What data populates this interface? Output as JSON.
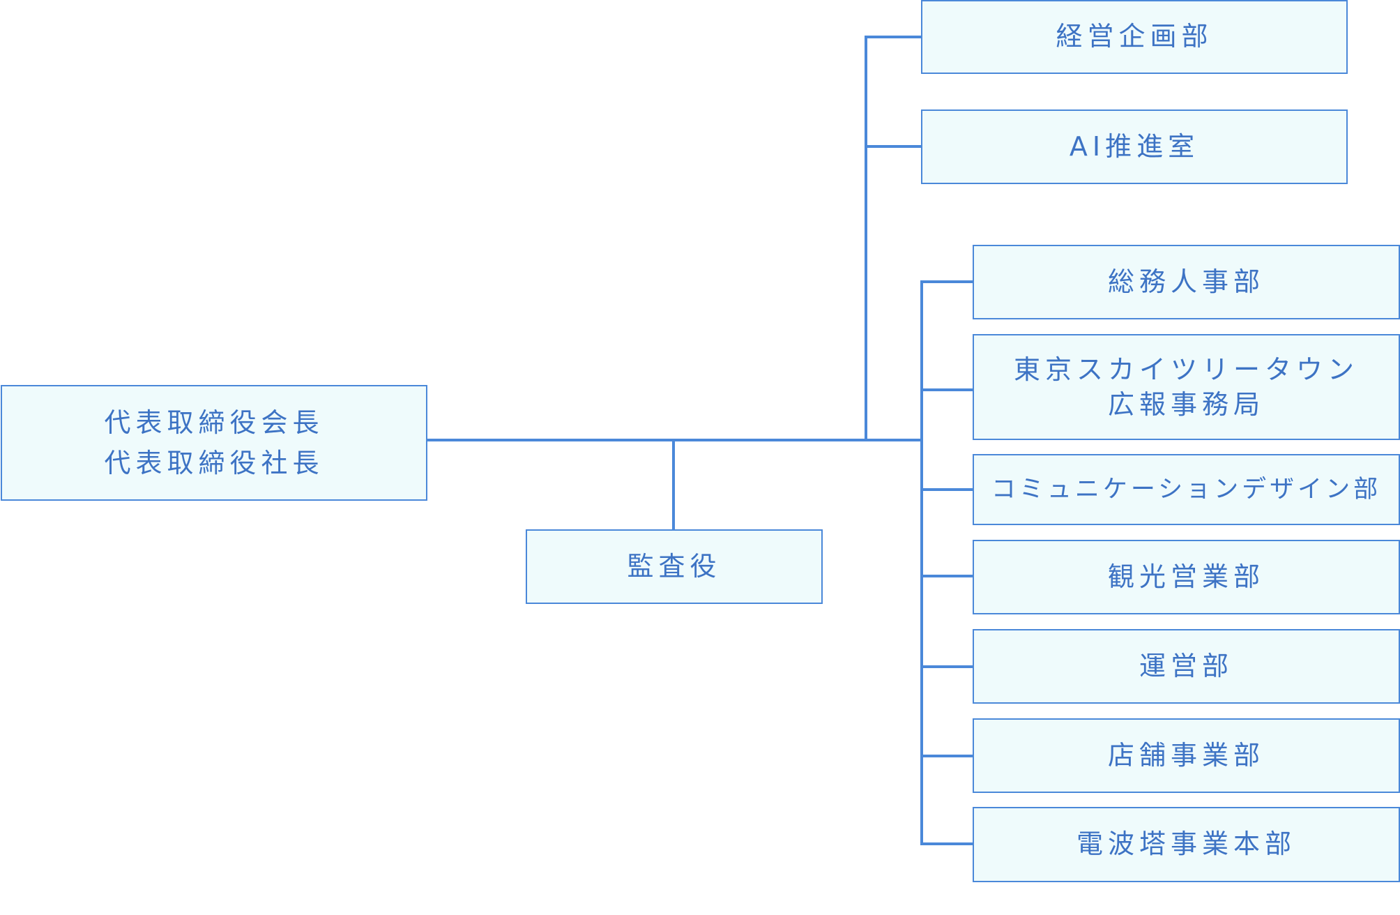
{
  "org_chart": {
    "top": {
      "line1": "代表取締役会長",
      "line2": "代表取締役社長"
    },
    "auditor": "監査役",
    "staff": [
      "経営企画部",
      "AI推進室"
    ],
    "departments": [
      {
        "line1": "総務人事部"
      },
      {
        "line1": "東京スカイツリータウン",
        "line2": "広報事務局"
      },
      {
        "line1": "コミュニケーションデザイン部"
      },
      {
        "line1": "観光営業部"
      },
      {
        "line1": "運営部"
      },
      {
        "line1": "店舗事業部"
      },
      {
        "line1": "電波塔事業本部"
      }
    ]
  },
  "colors": {
    "line": "#4a88d9",
    "box_fill": "#effbfc",
    "box_border": "#4a88d9",
    "text": "#3d73c4"
  }
}
